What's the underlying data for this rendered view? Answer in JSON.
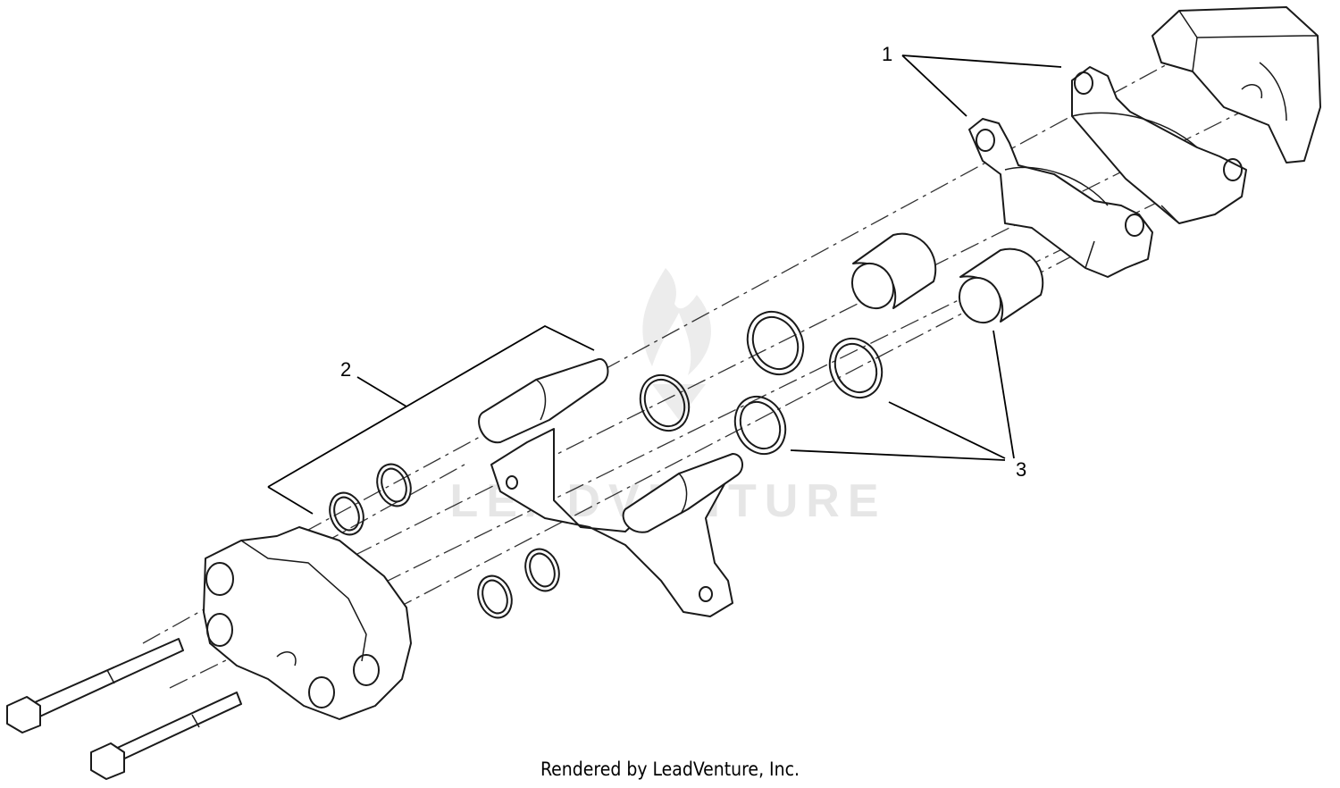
{
  "callouts": [
    {
      "id": "1",
      "label": "1"
    },
    {
      "id": "2",
      "label": "2"
    },
    {
      "id": "3",
      "label": "3"
    }
  ],
  "watermark": {
    "text": "LEADVENTURE"
  },
  "footer": {
    "credit": "Rendered by LeadVenture, Inc."
  }
}
